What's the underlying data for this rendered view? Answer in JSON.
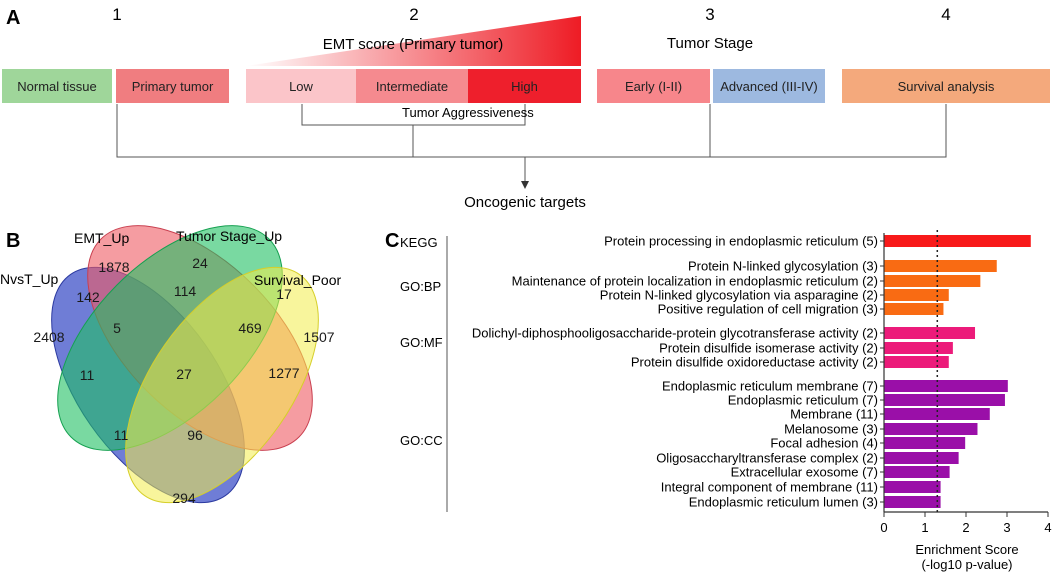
{
  "panel_a": {
    "letter": "A",
    "step_numbers": [
      "1",
      "2",
      "3",
      "4"
    ],
    "emt_title": "EMT score (Primary tumor)",
    "stage_title": "Tumor Stage",
    "boxes": [
      {
        "label": "Normal tissue",
        "color": "#9fd69a"
      },
      {
        "label": "Primary tumor",
        "color": "#f07d80"
      },
      {
        "label": "Low",
        "color": "#fbc5c9"
      },
      {
        "label": "Intermediate",
        "color": "#f58a8f"
      },
      {
        "label": "High",
        "color": "#ee1f2c"
      },
      {
        "label": "Early (I-II)",
        "color": "#f7868b"
      },
      {
        "label": "Advanced (III-IV)",
        "color": "#9db9e0"
      },
      {
        "label": "Survival analysis",
        "color": "#f4a97c"
      }
    ],
    "aggressiveness": "Tumor Aggressiveness",
    "outcome": "Oncogenic targets"
  },
  "panel_b": {
    "letter": "B",
    "sets": [
      {
        "name": "NvsT_Up",
        "color": "#3f51c8"
      },
      {
        "name": "EMT_Up",
        "color": "#ee5a63"
      },
      {
        "name": "Tumor Stage_Up",
        "color": "#1fbf62"
      },
      {
        "name": "Survival_Poor",
        "color": "#f2ec4a"
      }
    ],
    "counts": [
      "2408",
      "142",
      "1878",
      "114",
      "24",
      "17",
      "1507",
      "5",
      "469",
      "11",
      "27",
      "1277",
      "11",
      "96",
      "294"
    ]
  },
  "panel_c": {
    "letter": "C",
    "chart_data": {
      "type": "bar",
      "orientation": "horizontal",
      "groups": [
        {
          "name": "KEGG",
          "color": "#f81a1a",
          "terms": [
            {
              "label": "Protein processing in endoplasmic reticulum (5)",
              "value": 3.58
            }
          ]
        },
        {
          "name": "GO:BP",
          "color": "#f96b13",
          "terms": [
            {
              "label": "Protein N-linked glycosylation (3)",
              "value": 2.75
            },
            {
              "label": "Maintenance of protein localization in endoplasmic reticulum (2)",
              "value": 2.35
            },
            {
              "label": "Protein N-linked glycosylation via asparagine (2)",
              "value": 1.58
            },
            {
              "label": "Positive regulation of cell migration (3)",
              "value": 1.45
            }
          ]
        },
        {
          "name": "GO:MF",
          "color": "#ec1b7a",
          "terms": [
            {
              "label": "Dolichyl-diphosphooligosaccharide-protein glycotransferase activity (2)",
              "value": 2.22
            },
            {
              "label": "Protein disulfide isomerase activity (2)",
              "value": 1.68
            },
            {
              "label": "Protein disulfide oxidoreductase activity (2)",
              "value": 1.58
            }
          ]
        },
        {
          "name": "GO:CC",
          "color": "#9a0fa8",
          "terms": [
            {
              "label": "Endoplasmic reticulum membrane (7)",
              "value": 3.02
            },
            {
              "label": "Endoplasmic reticulum (7)",
              "value": 2.95
            },
            {
              "label": "Membrane (11)",
              "value": 2.58
            },
            {
              "label": "Melanosome (3)",
              "value": 2.28
            },
            {
              "label": "Focal adhesion (4)",
              "value": 1.98
            },
            {
              "label": "Oligosaccharyltransferase complex (2)",
              "value": 1.82
            },
            {
              "label": "Extracellular exosome (7)",
              "value": 1.6
            },
            {
              "label": "Integral component of membrane (11)",
              "value": 1.38
            },
            {
              "label": "Endoplasmic reticulum lumen (3)",
              "value": 1.38
            }
          ]
        }
      ],
      "xlabel": "Enrichment Score",
      "xlabel2": "(-log10 p-value)",
      "xlim": [
        0,
        4
      ],
      "xticks": [
        "0",
        "1",
        "2",
        "3",
        "4"
      ],
      "threshold": 1.3
    }
  }
}
